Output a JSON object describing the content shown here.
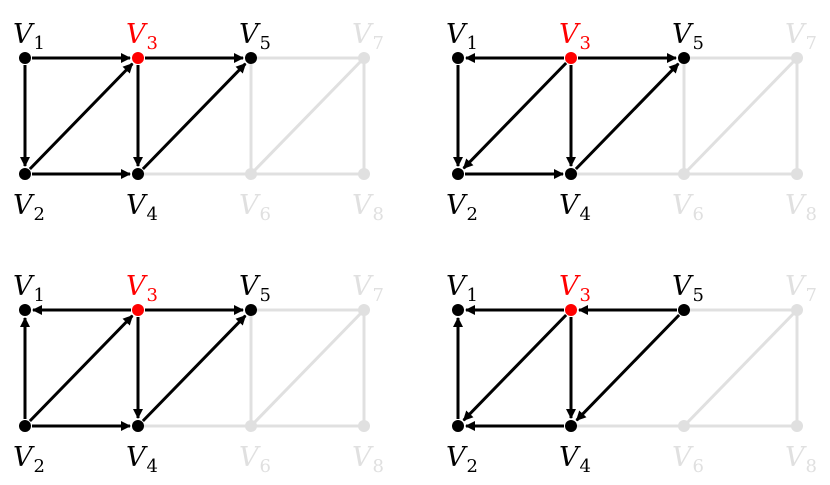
{
  "colors": {
    "active": "#000000",
    "inactive": "#e0e0e0",
    "highlight": "#ff0000"
  },
  "label_letter": "V",
  "nodes": [
    {
      "id": "1",
      "sub": "1",
      "gx": 0,
      "gy": 0,
      "label_side": "above"
    },
    {
      "id": "2",
      "sub": "2",
      "gx": 0,
      "gy": 1,
      "label_side": "below"
    },
    {
      "id": "3",
      "sub": "3",
      "gx": 1,
      "gy": 0,
      "label_side": "above"
    },
    {
      "id": "4",
      "sub": "4",
      "gx": 1,
      "gy": 1,
      "label_side": "below"
    },
    {
      "id": "5",
      "sub": "5",
      "gx": 2,
      "gy": 0,
      "label_side": "above"
    },
    {
      "id": "6",
      "sub": "6",
      "gx": 2,
      "gy": 1,
      "label_side": "below"
    },
    {
      "id": "7",
      "sub": "7",
      "gx": 3,
      "gy": 0,
      "label_side": "above"
    },
    {
      "id": "8",
      "sub": "8",
      "gx": 3,
      "gy": 1,
      "label_side": "below"
    }
  ],
  "panels": [
    {
      "highlight": [
        "3"
      ],
      "active_nodes": [
        "1",
        "2",
        "3",
        "4",
        "5"
      ],
      "arrows": [
        [
          "1",
          "3"
        ],
        [
          "1",
          "2"
        ],
        [
          "2",
          "4"
        ],
        [
          "2",
          "3"
        ],
        [
          "3",
          "5"
        ],
        [
          "3",
          "4"
        ],
        [
          "4",
          "5"
        ]
      ],
      "faded_edges": [
        [
          "5",
          "7"
        ],
        [
          "7",
          "8"
        ],
        [
          "6",
          "8"
        ],
        [
          "4",
          "6"
        ],
        [
          "5",
          "6"
        ],
        [
          "6",
          "7"
        ]
      ]
    },
    {
      "highlight": [
        "3"
      ],
      "active_nodes": [
        "1",
        "2",
        "3",
        "4",
        "5"
      ],
      "arrows": [
        [
          "3",
          "1"
        ],
        [
          "1",
          "2"
        ],
        [
          "2",
          "4"
        ],
        [
          "3",
          "2"
        ],
        [
          "3",
          "5"
        ],
        [
          "3",
          "4"
        ],
        [
          "4",
          "5"
        ]
      ],
      "faded_edges": [
        [
          "5",
          "7"
        ],
        [
          "7",
          "8"
        ],
        [
          "6",
          "8"
        ],
        [
          "4",
          "6"
        ],
        [
          "5",
          "6"
        ],
        [
          "6",
          "7"
        ]
      ]
    },
    {
      "highlight": [
        "3"
      ],
      "active_nodes": [
        "1",
        "2",
        "3",
        "4",
        "5"
      ],
      "arrows": [
        [
          "3",
          "1"
        ],
        [
          "2",
          "1"
        ],
        [
          "2",
          "4"
        ],
        [
          "2",
          "3"
        ],
        [
          "3",
          "5"
        ],
        [
          "3",
          "4"
        ],
        [
          "4",
          "5"
        ]
      ],
      "faded_edges": [
        [
          "5",
          "7"
        ],
        [
          "7",
          "8"
        ],
        [
          "6",
          "8"
        ],
        [
          "4",
          "6"
        ],
        [
          "5",
          "6"
        ],
        [
          "6",
          "7"
        ]
      ]
    },
    {
      "highlight": [
        "3"
      ],
      "active_nodes": [
        "1",
        "2",
        "3",
        "4",
        "5"
      ],
      "arrows": [
        [
          "3",
          "1"
        ],
        [
          "2",
          "1"
        ],
        [
          "4",
          "2"
        ],
        [
          "3",
          "2"
        ],
        [
          "5",
          "3"
        ],
        [
          "3",
          "4"
        ],
        [
          "5",
          "4"
        ]
      ],
      "faded_edges": [
        [
          "5",
          "7"
        ],
        [
          "7",
          "8"
        ],
        [
          "6",
          "8"
        ],
        [
          "4",
          "6"
        ],
        [
          "6",
          "7"
        ]
      ]
    }
  ]
}
